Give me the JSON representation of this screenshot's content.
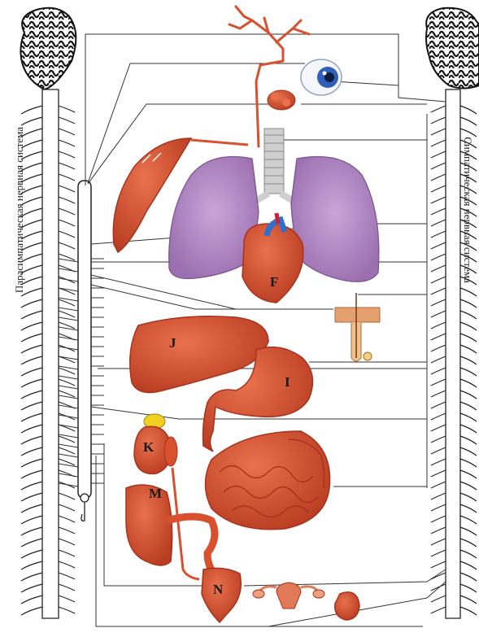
{
  "labels": {
    "left_system": "Парасимпатическая нервная система",
    "right_system": "Симпатическая нервная система"
  },
  "organ_letters": {
    "heart": "F",
    "liver": "J",
    "stomach": "I",
    "kidney": "K",
    "colon": "M",
    "bladder": "N"
  },
  "colors": {
    "organ_red": "#d9502f",
    "organ_dark": "#a8321c",
    "lung_purple": "#b48ac6",
    "brain_black": "#111111",
    "eye_blue": "#2f5fb8",
    "gland_yellow": "#f0d020",
    "nerve_line": "#333333"
  },
  "icons": [
    "brain-icon",
    "eye-icon",
    "lungs-icon",
    "heart-icon",
    "liver-icon",
    "stomach-icon",
    "kidney-icon",
    "intestine-icon",
    "bladder-icon",
    "uterus-icon"
  ]
}
